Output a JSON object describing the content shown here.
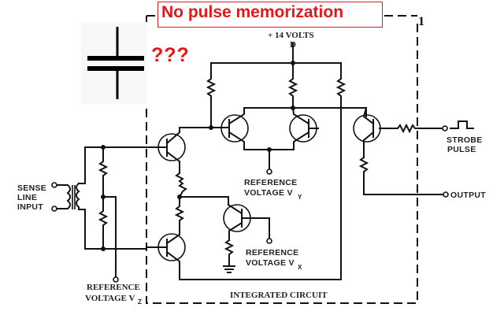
{
  "annotation": {
    "title": "No pulse memorization",
    "question_marks": "???",
    "accent_color": "#e8161a"
  },
  "schematic": {
    "figure_number": "1",
    "supply_label": "+ 14 VOLTS",
    "supply_node": "D",
    "sense_input": [
      "SENSE",
      "LINE",
      "INPUT"
    ],
    "reference_vy": {
      "line1": "REFERENCE",
      "line2": "VOLTAGE V",
      "subscript": "Y"
    },
    "reference_vx": {
      "line1": "REFERENCE",
      "line2": "VOLTAGE V",
      "subscript": "X"
    },
    "reference_vz": {
      "line1": "REFERENCE",
      "line2": "VOLTAGE V",
      "subscript": "Z"
    },
    "strobe": [
      "STROBE",
      "PULSE"
    ],
    "output": "OUTPUT",
    "ic_label": "INTEGRATED CIRCUIT"
  }
}
